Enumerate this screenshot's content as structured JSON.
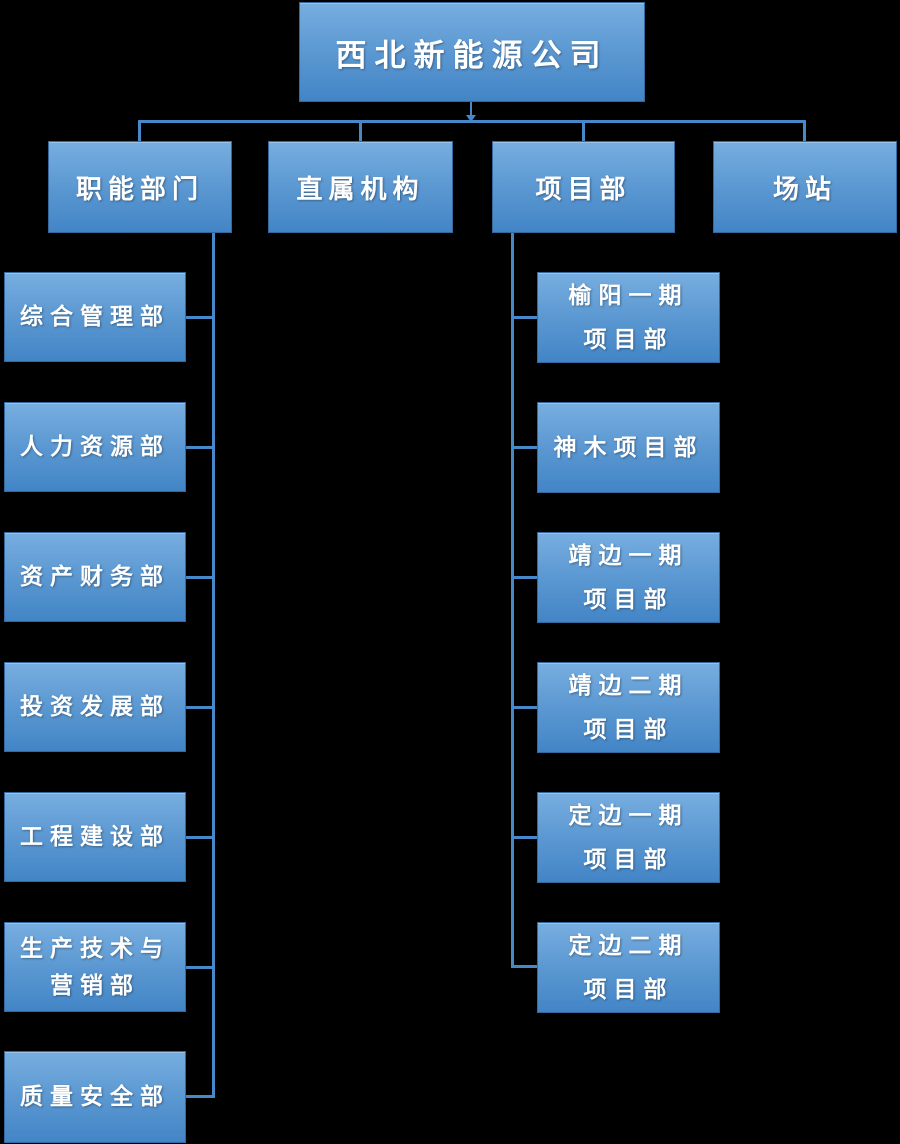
{
  "org": {
    "root": "西北新能源公司",
    "level2": [
      {
        "label": "职能部门",
        "children": [
          "综合管理部",
          "人力资源部",
          "资产财务部",
          "投资发展部",
          "工程建设部",
          "生产技术与\n营销部",
          "质量安全部"
        ]
      },
      {
        "label": "直属机构",
        "children": []
      },
      {
        "label": "项目部",
        "children": [
          "榆阳一期\n项目部",
          "神木项目部",
          "靖边一期\n项目部",
          "靖边二期\n项目部",
          "定边一期\n项目部",
          "定边二期\n项目部"
        ]
      },
      {
        "label": "场站",
        "children": []
      }
    ],
    "colors": {
      "box_gradient_top": "#77AEE0",
      "box_gradient_mid": "#5E9AD3",
      "box_gradient_bottom": "#4285C6",
      "box_border": "#35689F",
      "connector": "#4788C8",
      "text": "#FFFFFF",
      "background": "#000000"
    }
  }
}
